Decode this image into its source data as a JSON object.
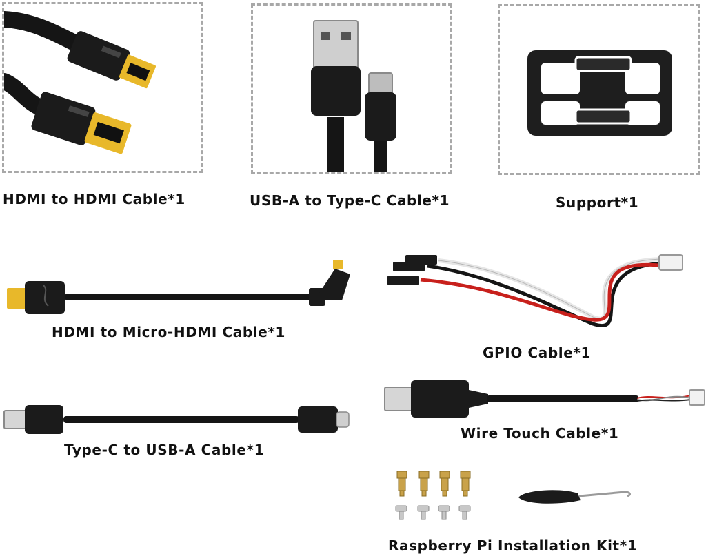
{
  "items": [
    {
      "label": "HDMI to HDMI Cable*1",
      "icon": "hdmi-cable-icon"
    },
    {
      "label": "USB-A to Type-C Cable*1",
      "icon": "usb-cable-icon"
    },
    {
      "label": "Support*1",
      "icon": "support-bracket-icon"
    },
    {
      "label": "HDMI to Micro-HDMI Cable*1",
      "icon": "micro-hdmi-cable-icon"
    },
    {
      "label": "GPIO Cable*1",
      "icon": "gpio-cable-icon"
    },
    {
      "label": "Wire Touch Cable*1",
      "icon": "touch-cable-icon"
    },
    {
      "label": "Type-C to USB-A Cable*1",
      "icon": "typec-cable-icon"
    },
    {
      "label": "Raspberry Pi Installation Kit*1",
      "icon": "installation-kit-icon"
    }
  ],
  "colors": {
    "frame_border": "#a8a8a8",
    "cable_black": "#151515",
    "connector_gold": "#e8b82a",
    "wire_red": "#c8201c",
    "wire_white": "#e6e6e6",
    "brass": "#c9a24a"
  }
}
